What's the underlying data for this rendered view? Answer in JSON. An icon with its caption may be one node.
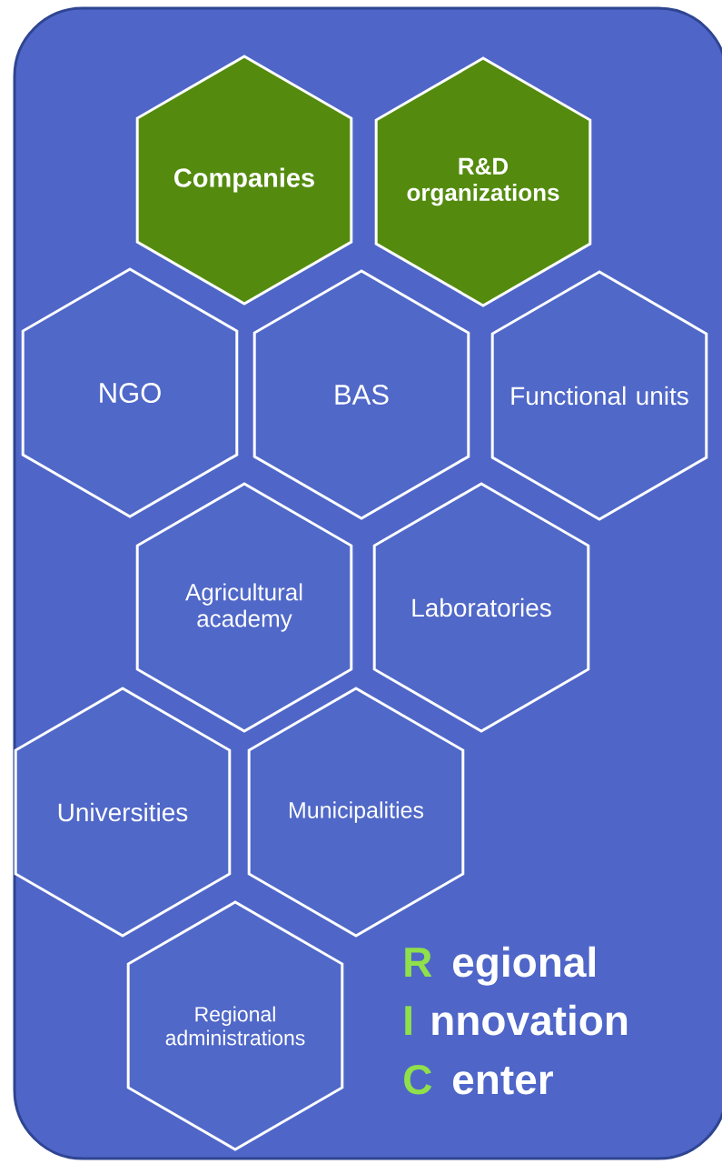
{
  "diagram": {
    "nodes": [
      {
        "text": [
          "Companies"
        ]
      },
      {
        "text": [
          "R&D organizations"
        ]
      },
      {
        "text": [
          "NGO"
        ]
      },
      {
        "text": [
          "BAS"
        ]
      },
      {
        "text": [
          "Functional units"
        ]
      },
      {
        "text": [
          "Agricultural academy"
        ]
      },
      {
        "text": [
          "Laboratories"
        ]
      },
      {
        "text": [
          "Universities"
        ]
      },
      {
        "text": [
          "Municipalities"
        ]
      },
      {
        "text": [
          "Regional administrations"
        ]
      }
    ],
    "labels": [
      "R",
      "egional",
      "I",
      "nnovation",
      "C",
      "enter"
    ]
  }
}
